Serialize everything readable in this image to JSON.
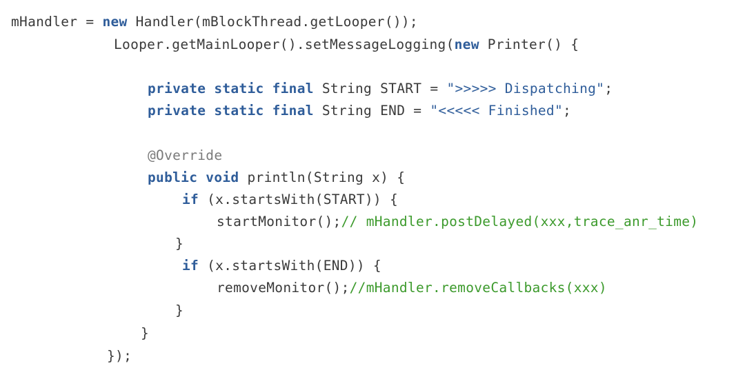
{
  "colors": {
    "keyword": "#2f5d9a",
    "string": "#2f5d9a",
    "comment": "#3c9a2c",
    "annotation": "#7a7a7a",
    "text": "#3a3a3a"
  },
  "code_lines": [
    {
      "segments": [
        {
          "text": "mHandler = ",
          "kind": "pl"
        },
        {
          "text": "new",
          "kind": "kw"
        },
        {
          "text": " Handler(mBlockThread.getLooper());",
          "kind": "pl"
        }
      ]
    },
    {
      "segments": [
        {
          "text": "Looper.getMainLooper().setMessageLogging(",
          "kind": "pl"
        },
        {
          "text": "new",
          "kind": "kw"
        },
        {
          "text": " Printer() {",
          "kind": "pl"
        }
      ]
    },
    {
      "segments": [
        {
          "text": "private static final",
          "kind": "kw"
        },
        {
          "text": " String START = ",
          "kind": "pl"
        },
        {
          "text": "\">>>>> Dispatching\"",
          "kind": "str"
        },
        {
          "text": ";",
          "kind": "pl"
        }
      ]
    },
    {
      "segments": [
        {
          "text": "private static final",
          "kind": "kw"
        },
        {
          "text": " String END = ",
          "kind": "pl"
        },
        {
          "text": "\"<<<<< Finished\"",
          "kind": "str"
        },
        {
          "text": ";",
          "kind": "pl"
        }
      ]
    },
    {
      "segments": [
        {
          "text": "@Override",
          "kind": "ann"
        }
      ]
    },
    {
      "segments": [
        {
          "text": "public void",
          "kind": "kw"
        },
        {
          "text": " println(String x) {",
          "kind": "pl"
        }
      ]
    },
    {
      "segments": [
        {
          "text": "if",
          "kind": "kw"
        },
        {
          "text": " (x.startsWith(START)) {",
          "kind": "pl"
        }
      ]
    },
    {
      "segments": [
        {
          "text": "startMonitor();",
          "kind": "pl"
        },
        {
          "text": "// mHandler.postDelayed(xxx,trace_anr_time)",
          "kind": "cm"
        }
      ]
    },
    {
      "segments": [
        {
          "text": "}",
          "kind": "pl"
        }
      ]
    },
    {
      "segments": [
        {
          "text": "if",
          "kind": "kw"
        },
        {
          "text": " (x.startsWith(END)) {",
          "kind": "pl"
        }
      ]
    },
    {
      "segments": [
        {
          "text": "removeMonitor();",
          "kind": "pl"
        },
        {
          "text": "//mHandler.removeCallbacks(xxx)",
          "kind": "cm"
        }
      ]
    },
    {
      "segments": [
        {
          "text": "}",
          "kind": "pl"
        }
      ]
    },
    {
      "segments": [
        {
          "text": "}",
          "kind": "pl"
        }
      ]
    },
    {
      "segments": [
        {
          "text": "});",
          "kind": "pl"
        }
      ]
    }
  ]
}
